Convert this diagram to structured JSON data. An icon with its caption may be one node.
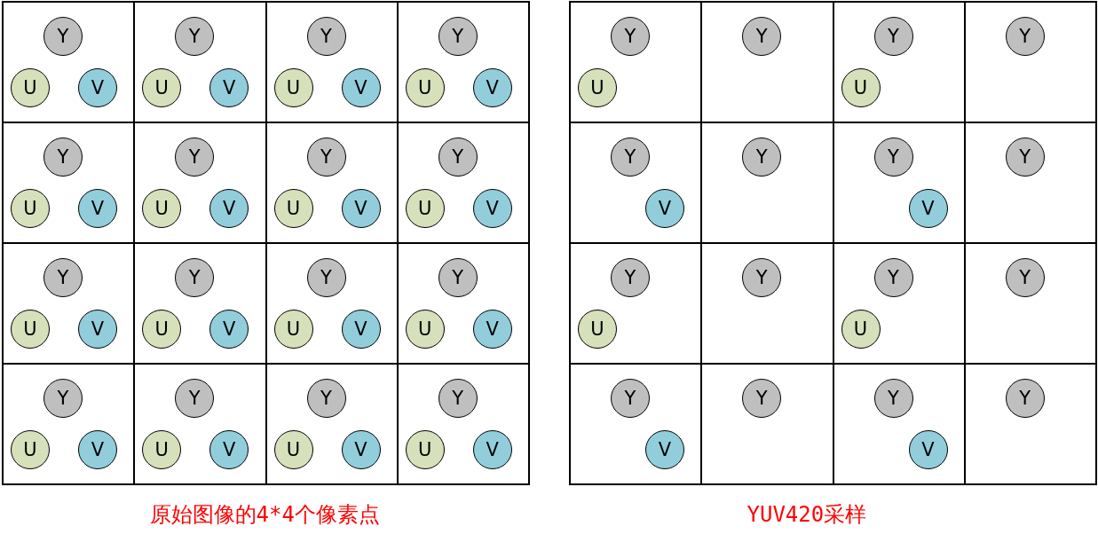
{
  "diagram": {
    "nodes": [
      {
        "text": [],
        "shape": "box"
      },
      {
        "text": [
          "Y"
        ],
        "in": 0
      },
      {
        "text": [
          "U"
        ],
        "in": 0
      },
      {
        "text": [
          "V"
        ],
        "in": 0
      },
      {
        "text": [],
        "shape": "box"
      },
      {
        "text": [
          "Y"
        ],
        "in": 4
      },
      {
        "text": [
          "U"
        ],
        "in": 4
      },
      {
        "text": [
          "V"
        ],
        "in": 4
      },
      {
        "text": [],
        "shape": "box"
      },
      {
        "text": [
          "Y"
        ],
        "in": 8
      },
      {
        "text": [
          "U"
        ],
        "in": 8
      },
      {
        "text": [
          "V"
        ],
        "in": 8
      },
      {
        "text": [],
        "shape": "box"
      },
      {
        "text": [
          "Y"
        ],
        "in": 12
      },
      {
        "text": [
          "U"
        ],
        "in": 12
      },
      {
        "text": [
          "V"
        ],
        "in": 12
      },
      {
        "text": [],
        "shape": "box"
      },
      {
        "text": [
          "Y"
        ],
        "in": 16
      },
      {
        "text": [
          "U"
        ],
        "in": 16
      },
      {
        "text": [
          "V"
        ],
        "in": 16
      },
      {
        "text": [],
        "shape": "box"
      },
      {
        "text": [
          "Y"
        ],
        "in": 20
      },
      {
        "text": [
          "U"
        ],
        "in": 20
      },
      {
        "text": [
          "V"
        ],
        "in": 20
      },
      {
        "text": [],
        "shape": "box"
      },
      {
        "text": [
          "Y"
        ],
        "in": 24
      },
      {
        "text": [
          "U"
        ],
        "in": 24
      },
      {
        "text": [
          "V"
        ],
        "in": 24
      },
      {
        "text": [],
        "shape": "box"
      },
      {
        "text": [
          "Y"
        ],
        "in": 28
      },
      {
        "text": [
          "U"
        ],
        "in": 28
      },
      {
        "text": [
          "V"
        ],
        "in": 28
      },
      {
        "text": [],
        "shape": "box"
      },
      {
        "text": [
          "Y"
        ],
        "in": 32
      },
      {
        "text": [
          "U"
        ],
        "in": 32
      },
      {
        "text": [
          "V"
        ],
        "in": 32
      },
      {
        "text": [],
        "shape": "box"
      },
      {
        "text": [
          "Y"
        ],
        "in": 36
      },
      {
        "text": [
          "U"
        ],
        "in": 36
      },
      {
        "text": [
          "V"
        ],
        "in": 36
      },
      {
        "text": [],
        "shape": "box"
      },
      {
        "text": [
          "Y"
        ],
        "in": 40
      },
      {
        "text": [
          "U"
        ],
        "in": 40
      },
      {
        "text": [
          "V"
        ],
        "in": 40
      },
      {
        "text": [],
        "shape": "box"
      },
      {
        "text": [
          "Y"
        ],
        "in": 44
      },
      {
        "text": [
          "U"
        ],
        "in": 44
      },
      {
        "text": [
          "V"
        ],
        "in": 44
      },
      {
        "text": [],
        "shape": "box"
      },
      {
        "text": [
          "Y"
        ],
        "in": 48
      },
      {
        "text": [
          "U"
        ],
        "in": 48
      },
      {
        "text": [
          "V"
        ],
        "in": 48
      },
      {
        "text": [],
        "shape": "box"
      },
      {
        "text": [
          "Y"
        ],
        "in": 52
      },
      {
        "text": [
          "U"
        ],
        "in": 52
      },
      {
        "text": [
          "V"
        ],
        "in": 52
      },
      {
        "text": [],
        "shape": "box"
      },
      {
        "text": [
          "Y"
        ],
        "in": 56
      },
      {
        "text": [
          "U"
        ],
        "in": 56
      },
      {
        "text": [
          "V"
        ],
        "in": 56
      },
      {
        "text": [],
        "shape": "box"
      },
      {
        "text": [
          "Y"
        ],
        "in": 60
      },
      {
        "text": [
          "U"
        ],
        "in": 60
      },
      {
        "text": [
          "V"
        ],
        "in": 60
      },
      {
        "text": [],
        "shape": "box"
      },
      {
        "text": [
          "Y"
        ],
        "in": 64
      },
      {
        "text": [
          "U"
        ],
        "in": 64
      },
      {
        "text": [],
        "shape": "box"
      },
      {
        "text": [
          "Y"
        ],
        "in": 67
      },
      {
        "text": [],
        "shape": "box"
      },
      {
        "text": [
          "Y"
        ],
        "in": 69
      },
      {
        "text": [
          "U"
        ],
        "in": 69
      },
      {
        "text": [],
        "shape": "box"
      },
      {
        "text": [
          "Y"
        ],
        "in": 72
      },
      {
        "text": [],
        "shape": "box"
      },
      {
        "text": [
          "Y"
        ],
        "in": 74
      },
      {
        "text": [
          "V"
        ],
        "in": 74
      },
      {
        "text": [],
        "shape": "box"
      },
      {
        "text": [
          "Y"
        ],
        "in": 77
      },
      {
        "text": [],
        "shape": "box"
      },
      {
        "text": [
          "Y"
        ],
        "in": 79
      },
      {
        "text": [
          "V"
        ],
        "in": 79
      },
      {
        "text": [],
        "shape": "box"
      },
      {
        "text": [
          "Y"
        ],
        "in": 82
      },
      {
        "text": [],
        "shape": "box"
      },
      {
        "text": [
          "Y"
        ],
        "in": 84
      },
      {
        "text": [
          "U"
        ],
        "in": 84
      },
      {
        "text": [],
        "shape": "box"
      },
      {
        "text": [
          "Y"
        ],
        "in": 87
      },
      {
        "text": [],
        "shape": "box"
      },
      {
        "text": [
          "Y"
        ],
        "in": 89
      },
      {
        "text": [
          "U"
        ],
        "in": 89
      },
      {
        "text": [],
        "shape": "box"
      },
      {
        "text": [
          "Y"
        ],
        "in": 92
      },
      {
        "text": [],
        "shape": "box"
      },
      {
        "text": [
          "Y"
        ],
        "in": 94
      },
      {
        "text": [
          "V"
        ],
        "in": 94
      },
      {
        "text": [],
        "shape": "box"
      },
      {
        "text": [
          "Y"
        ],
        "in": 97
      },
      {
        "text": [],
        "shape": "box"
      },
      {
        "text": [
          "Y"
        ],
        "in": 99
      },
      {
        "text": [
          "V"
        ],
        "in": 99
      },
      {
        "text": [],
        "shape": "box"
      },
      {
        "text": [
          "Y"
        ],
        "in": 102
      }
    ],
    "labels": [
      "原始图像的4*4个像素点",
      "YUV420采样"
    ]
  }
}
